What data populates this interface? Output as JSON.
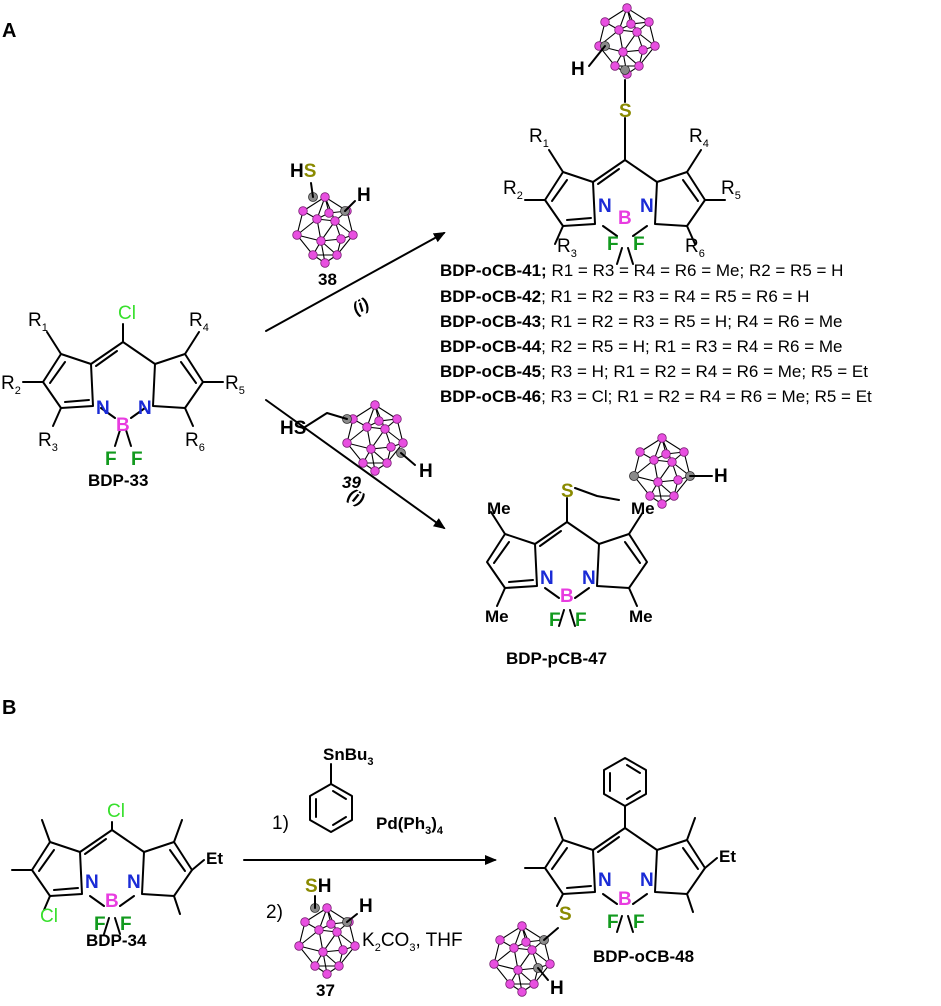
{
  "panels": {
    "a_label": "A",
    "b_label": "B"
  },
  "colors": {
    "chlorine": "#37e02c",
    "nitrogen": "#1a2bd6",
    "boron": "#e83ce0",
    "fluorine": "#129a1e",
    "sulfur": "#8a8a00",
    "cage_vertex": "#e84fe0",
    "carbon_vertex": "#8a8a8a"
  },
  "atoms": {
    "cl": "Cl",
    "n": "N",
    "b": "B",
    "f": "F",
    "s": "S",
    "h": "H",
    "hs": "HS",
    "sh": "SH"
  },
  "substituents": {
    "r1": "R",
    "r1_sub": "1",
    "r2": "R",
    "r2_sub": "2",
    "r3": "R",
    "r3_sub": "3",
    "r4": "R",
    "r4_sub": "4",
    "r5": "R",
    "r5_sub": "5",
    "r6": "R",
    "r6_sub": "6",
    "me": "Me",
    "et": "Et"
  },
  "compounds": {
    "bdp33": "BDP-33",
    "bdp34": "BDP-34",
    "bdp47": "BDP-pCB-47",
    "bdp48": "BDP-oCB-48",
    "reagent38": "38",
    "reagent39": "39",
    "reagent37": "37"
  },
  "conditions": {
    "i_upper": "(i)",
    "i_lower": "(i)",
    "step1": "1)",
    "step2": "2)",
    "snbu3": "SnBu",
    "snbu3_sub": "3",
    "pd": "Pd(Ph",
    "pd_sub": "3",
    "pd_end": ")",
    "pd_sub2": "4",
    "k2co3": "K",
    "k2co3_sub": "2",
    "k2co3_rest": "CO",
    "k2co3_sub2": "3",
    "k2co3_end": ", THF"
  },
  "product_list": [
    {
      "name": "BDP-oCB-41;",
      "desc": "R1 = R3 = R4 = R6 = Me; R2 = R5 = H"
    },
    {
      "name": "BDP-oCB-42",
      "desc": "; R1 = R2 = R3 = R4 = R5 = R6 = H"
    },
    {
      "name": "BDP-oCB-43",
      "desc": "; R1 = R2 = R3 = R5 = H; R4 = R6 = Me"
    },
    {
      "name": "BDP-oCB-44",
      "desc": "; R2 = R5 = H; R1 = R3 = R4 = R6 = Me"
    },
    {
      "name": "BDP-oCB-45",
      "desc": "; R3 = H; R1 = R2 = R4 = R6 = Me; R5 = Et"
    },
    {
      "name": "BDP-oCB-46",
      "desc": "; R3 = Cl; R1 = R2 = R4 = R6 = Me; R5 = Et"
    }
  ]
}
